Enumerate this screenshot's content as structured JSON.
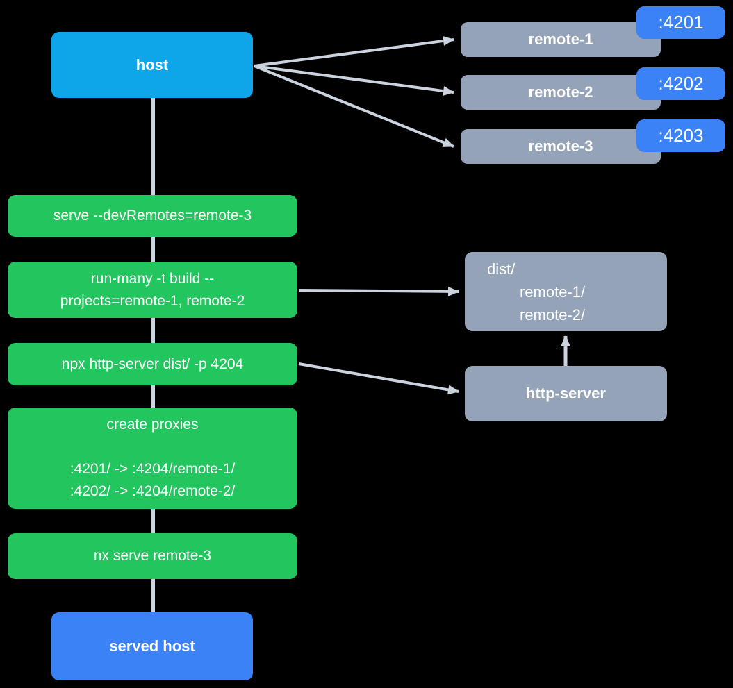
{
  "colors": {
    "background": "#000000",
    "host_blue": "#0EA5E9",
    "command_green": "#22C55E",
    "node_slate": "#94A3B8",
    "accent_blue": "#3B82F6",
    "connector_gray": "#CBD3DF",
    "text_white": "#FFFFFF"
  },
  "diagram": {
    "host": {
      "label": "host"
    },
    "remotes": [
      {
        "label": "remote-1",
        "port": ":4201"
      },
      {
        "label": "remote-2",
        "port": ":4202"
      },
      {
        "label": "remote-3",
        "port": ":4203"
      }
    ],
    "commands": [
      {
        "line1": "serve --devRemotes=remote-3"
      },
      {
        "line1": "run-many -t build --",
        "line2": "projects=remote-1, remote-2"
      },
      {
        "line1": "npx http-server dist/ -p 4204"
      },
      {
        "title": "create proxies",
        "proxy1": ":4201/ -> :4204/remote-1/",
        "proxy2": ":4202/ -> :4204/remote-2/"
      },
      {
        "line1": "nx serve remote-3"
      }
    ],
    "dist_folder": {
      "line1": "dist/",
      "line2": "remote-1/",
      "line3": "remote-2/"
    },
    "http_server": {
      "label": "http-server"
    },
    "served_host": {
      "label": "served host"
    }
  }
}
